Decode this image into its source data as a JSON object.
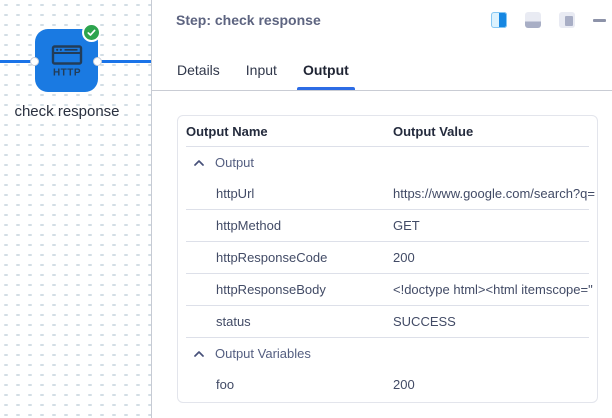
{
  "canvas": {
    "node": {
      "type_label": "HTTP",
      "label": "check response",
      "color": "#1a7ae2",
      "status": "success",
      "status_icon": "check-circle-icon"
    }
  },
  "panel": {
    "title": "Step: check response",
    "header_icons": [
      "layout-split-right-icon",
      "layout-bottom-icon",
      "layout-float-icon",
      "minimize-icon"
    ],
    "tabs": [
      {
        "label": "Details",
        "active": false
      },
      {
        "label": "Input",
        "active": false
      },
      {
        "label": "Output",
        "active": true
      }
    ],
    "table": {
      "columns": [
        "Output Name",
        "Output Value"
      ],
      "rows": [
        {
          "type": "group",
          "name": "Output",
          "value": ""
        },
        {
          "type": "data",
          "name": "httpUrl",
          "value": "https://www.google.com/search?q="
        },
        {
          "type": "data",
          "name": "httpMethod",
          "value": "GET"
        },
        {
          "type": "data",
          "name": "httpResponseCode",
          "value": "200"
        },
        {
          "type": "data",
          "name": "httpResponseBody",
          "value": "<!doctype html><html itemscope=\""
        },
        {
          "type": "data",
          "name": "status",
          "value": "SUCCESS"
        },
        {
          "type": "group",
          "name": "Output Variables",
          "value": ""
        },
        {
          "type": "data",
          "name": "foo",
          "value": "200"
        }
      ]
    }
  },
  "colors": {
    "accent_blue": "#1a73e8",
    "node_blue": "#1a7ae2",
    "success_green": "#2da44e",
    "tab_underline": "#2d6ce5"
  }
}
